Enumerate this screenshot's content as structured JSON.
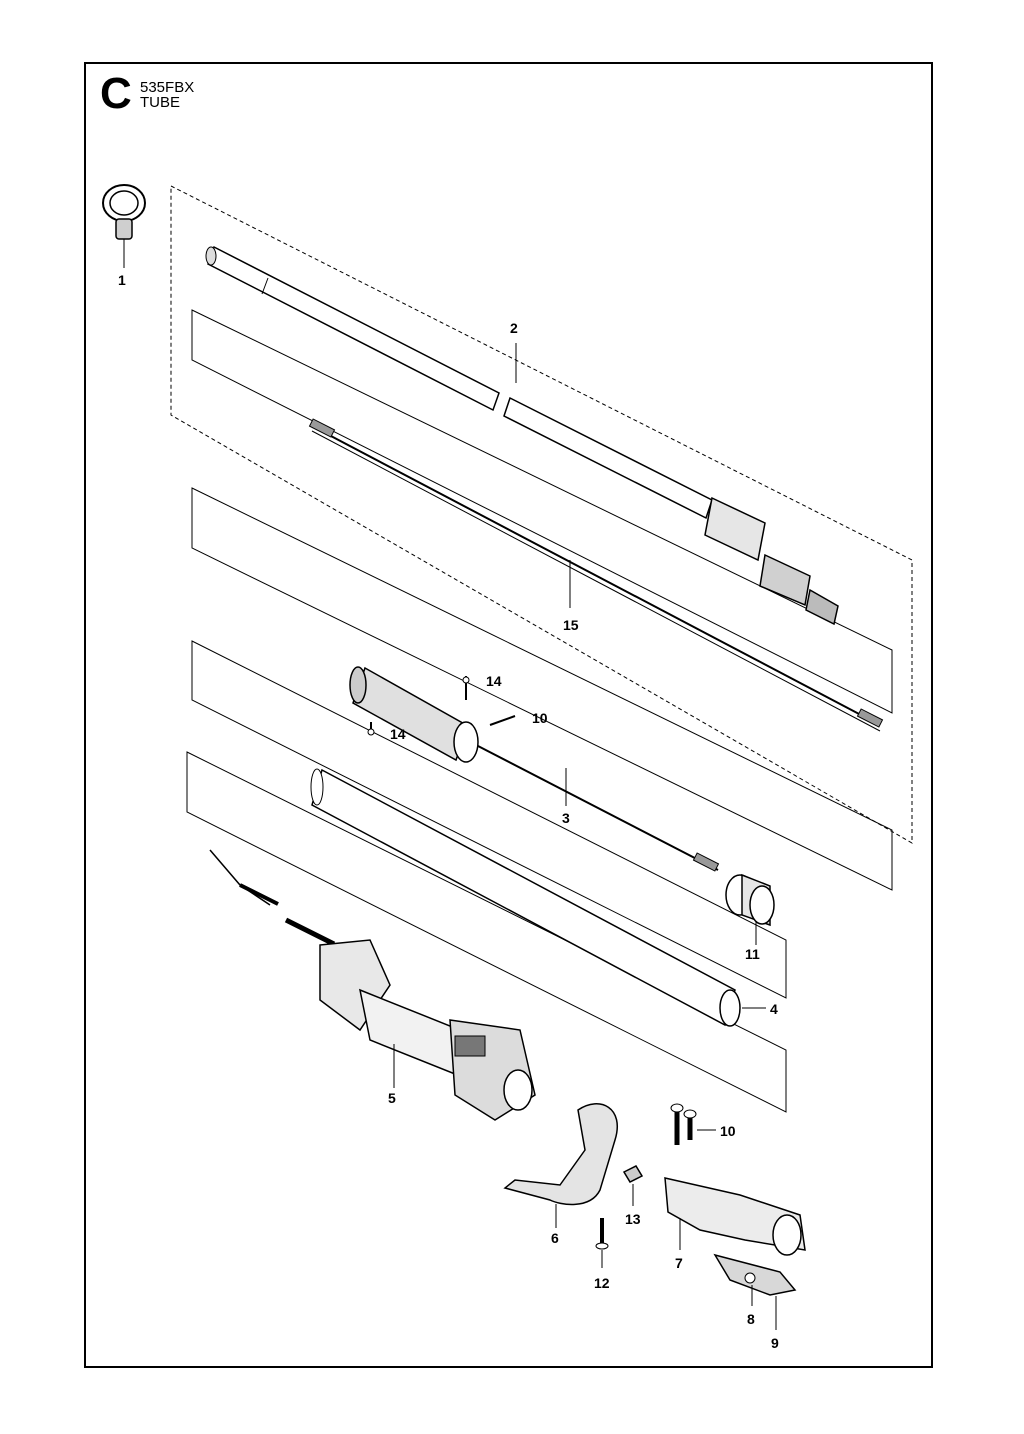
{
  "header": {
    "section_letter": "C",
    "model": "535FBX",
    "group": "TUBE"
  },
  "callouts": [
    {
      "id": "c1",
      "text": "1"
    },
    {
      "id": "c2",
      "text": "2"
    },
    {
      "id": "c15",
      "text": "15"
    },
    {
      "id": "c14a",
      "text": "14"
    },
    {
      "id": "c14b",
      "text": "14"
    },
    {
      "id": "c10a",
      "text": "10"
    },
    {
      "id": "c3",
      "text": "3"
    },
    {
      "id": "c11",
      "text": "11"
    },
    {
      "id": "c4",
      "text": "4"
    },
    {
      "id": "c5",
      "text": "5"
    },
    {
      "id": "c10b",
      "text": "10"
    },
    {
      "id": "c13",
      "text": "13"
    },
    {
      "id": "c6",
      "text": "6"
    },
    {
      "id": "c7",
      "text": "7"
    },
    {
      "id": "c12",
      "text": "12"
    },
    {
      "id": "c8",
      "text": "8"
    },
    {
      "id": "c9",
      "text": "9"
    }
  ]
}
